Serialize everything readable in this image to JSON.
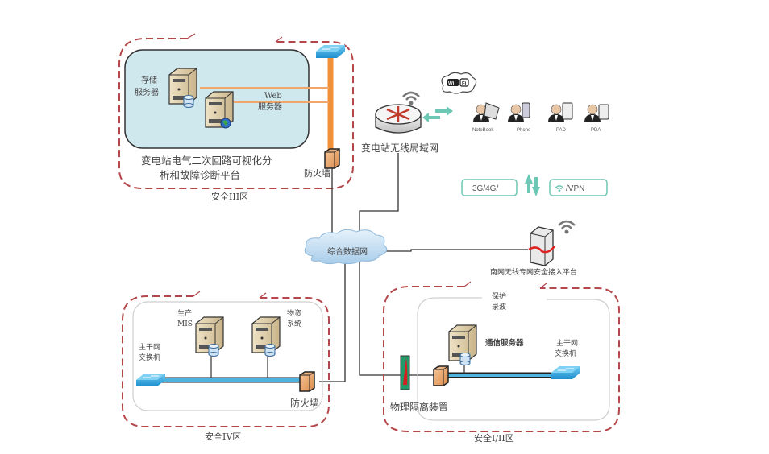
{
  "zones": {
    "zone3": {
      "label": "安全III区",
      "platform_line1": "变电站电气二次回路可视化分",
      "platform_line2": "析和故障诊断平台",
      "storage_server_line1": "存储",
      "storage_server_line2": "服务器",
      "web_server_line1": "Web",
      "web_server_line2": "服务器",
      "firewall": "防火墙"
    },
    "zone4": {
      "label": "安全IV区",
      "mis_line1": "生产",
      "mis_line2": "MIS",
      "material_line1": "物资",
      "material_line2": "系统",
      "switch_line1": "主干网",
      "switch_line2": "交换机",
      "firewall": "防火墙"
    },
    "zone12": {
      "label": "安全I/II区",
      "relay_line1": "保护",
      "relay_line2": "录波",
      "comm_server": "通信服务器",
      "switch_line1": "主干网",
      "switch_line2": "交换机",
      "isolation": "物理隔离装置"
    }
  },
  "wireless": {
    "router_label": "变电站无线局域网",
    "wifi_badge": "Wi Fi",
    "devices": [
      {
        "label": "NoteBook",
        "icon": "notebook-user-icon"
      },
      {
        "label": "Phone",
        "icon": "phone-user-icon"
      },
      {
        "label": "PAD",
        "icon": "pad-user-icon"
      },
      {
        "label": "PDA",
        "icon": "pda-user-icon"
      }
    ],
    "tag_cellular": "3G/4G/",
    "tag_vpn": "/VPN",
    "access_platform": "南网无线专网安全接入平台"
  },
  "network": {
    "cloud_label": "综合数据网"
  },
  "colors": {
    "zone_border": "#b5474b",
    "orange_bus": "#f0913a",
    "blue_bus": "#4fb3e0",
    "panel_fill": "#cfe8ee",
    "teal": "#6cc7b4"
  }
}
